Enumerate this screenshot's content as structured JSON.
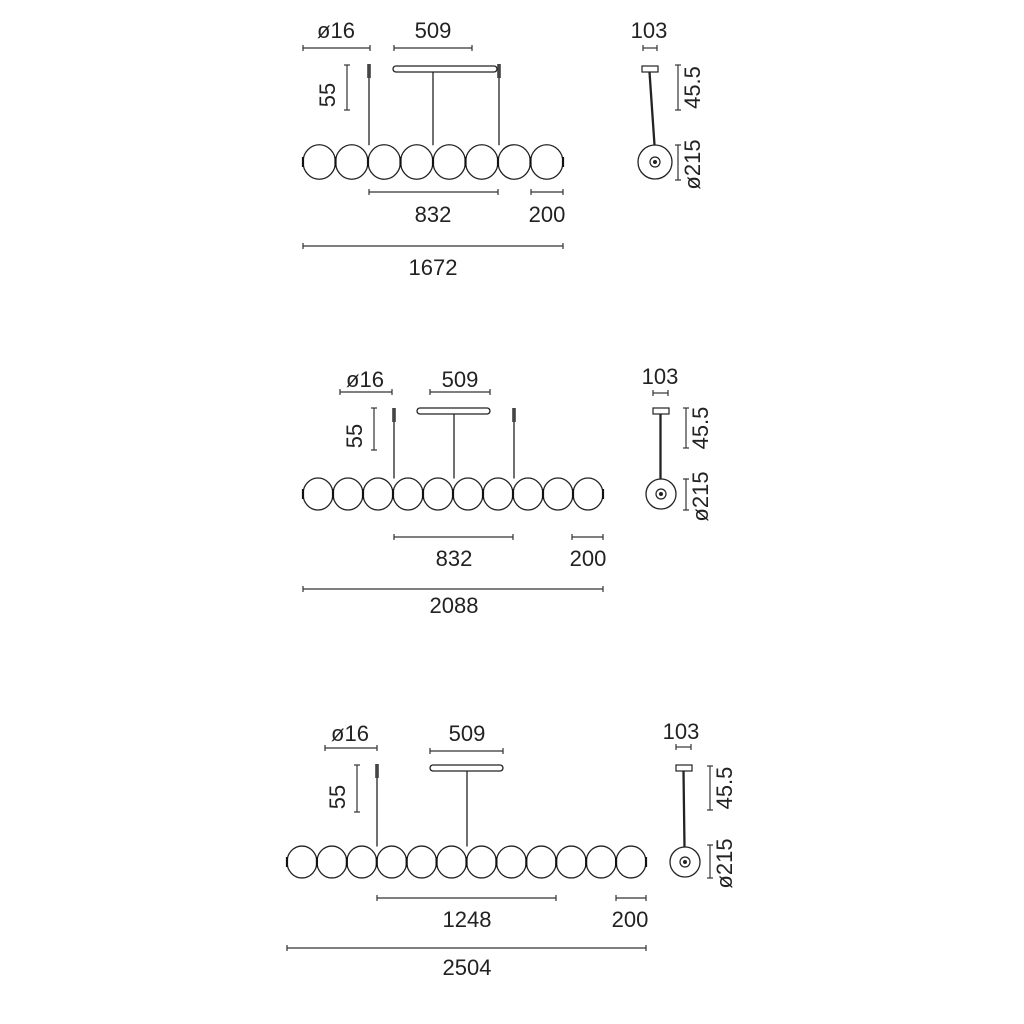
{
  "drawings": [
    {
      "sphere_count": 8,
      "labels": {
        "rod_diameter": "ø16",
        "canopy_length": "509",
        "rod_height": "55",
        "cable_spacing": "832",
        "sphere_width": "200",
        "total_length": "1672",
        "side_canopy": "103",
        "side_height": "45.5",
        "side_diameter": "ø215"
      }
    },
    {
      "sphere_count": 10,
      "labels": {
        "rod_diameter": "ø16",
        "canopy_length": "509",
        "rod_height": "55",
        "cable_spacing": "832",
        "sphere_width": "200",
        "total_length": "2088",
        "side_canopy": "103",
        "side_height": "45.5",
        "side_diameter": "ø215"
      }
    },
    {
      "sphere_count": 12,
      "labels": {
        "rod_diameter": "ø16",
        "canopy_length": "509",
        "rod_height": "55",
        "cable_spacing": "1248",
        "sphere_width": "200",
        "total_length": "2504",
        "side_canopy": "103",
        "side_height": "45.5",
        "side_diameter": "ø215"
      }
    }
  ]
}
